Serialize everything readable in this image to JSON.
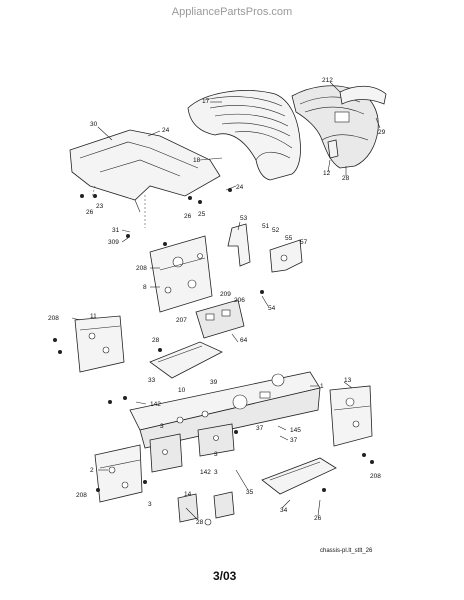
{
  "header": {
    "site": "AppliancePartsPros.com"
  },
  "diagram": {
    "code": "chassis-pl.lt_stlt_26",
    "date": "3/03",
    "labels": [
      "30",
      "24",
      "17",
      "212",
      "29",
      "18",
      "12",
      "28",
      "24",
      "26",
      "23",
      "26",
      "25",
      "31",
      "309",
      "53",
      "51",
      "52",
      "55",
      "57",
      "208",
      "8",
      "54",
      "209",
      "206",
      "208",
      "11",
      "207",
      "64",
      "28",
      "33",
      "10",
      "39",
      "1",
      "142",
      "13",
      "37",
      "145",
      "37",
      "2",
      "208",
      "3",
      "142",
      "3",
      "35",
      "14",
      "34",
      "26",
      "28",
      "208",
      "3",
      "3"
    ]
  }
}
